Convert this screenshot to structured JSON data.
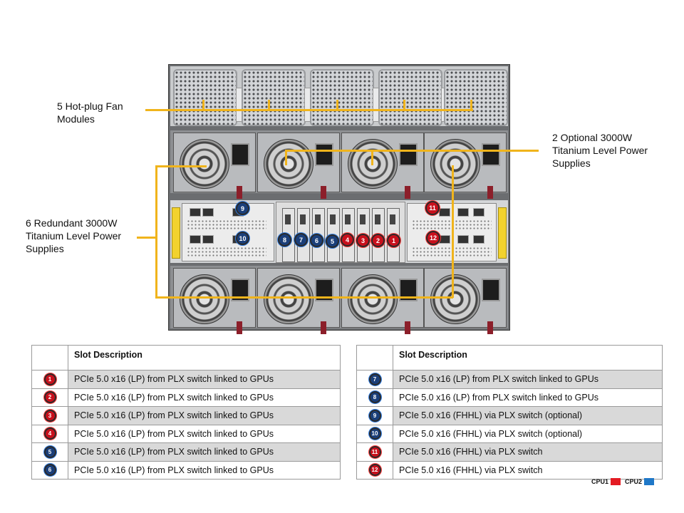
{
  "callouts": {
    "fans": [
      "5 Hot-plug Fan",
      "Modules"
    ],
    "optional_psu": [
      "2 Optional 3000W",
      "Titanium Level Power",
      "Supplies"
    ],
    "redundant_psu": [
      "6 Redundant 3000W",
      "Titanium Level Power",
      "Supplies"
    ]
  },
  "slot_badges": [
    "9",
    "10",
    "8",
    "7",
    "6",
    "5",
    "4",
    "3",
    "2",
    "1",
    "11",
    "12"
  ],
  "table_left": {
    "header": "Slot  Description",
    "rows": [
      {
        "num": "1",
        "cpu": "CPU1",
        "desc": "PCIe 5.0 x16 (LP) from PLX switch linked to GPUs"
      },
      {
        "num": "2",
        "cpu": "CPU1",
        "desc": "PCIe 5.0 x16 (LP) from PLX switch linked to GPUs"
      },
      {
        "num": "3",
        "cpu": "CPU1",
        "desc": "PCIe 5.0 x16 (LP) from PLX switch linked to GPUs"
      },
      {
        "num": "4",
        "cpu": "CPU1",
        "desc": "PCIe 5.0 x16 (LP) from PLX switch linked to GPUs"
      },
      {
        "num": "5",
        "cpu": "CPU2",
        "desc": "PCIe 5.0 x16 (LP) from PLX switch linked to GPUs"
      },
      {
        "num": "6",
        "cpu": "CPU2",
        "desc": "PCIe 5.0 x16 (LP) from PLX switch linked to GPUs"
      }
    ]
  },
  "table_right": {
    "header": "Slot  Description",
    "rows": [
      {
        "num": "7",
        "cpu": "CPU2",
        "desc": "PCIe 5.0 x16 (LP) from PLX switch linked to GPUs"
      },
      {
        "num": "8",
        "cpu": "CPU2",
        "desc": "PCIe 5.0 x16 (LP) from PLX switch linked to GPUs"
      },
      {
        "num": "9",
        "cpu": "CPU2",
        "desc": "PCIe 5.0 x16 (FHHL) via PLX switch (optional)"
      },
      {
        "num": "10",
        "cpu": "CPU2",
        "desc": "PCIe 5.0 x16 (FHHL) via PLX switch (optional)"
      },
      {
        "num": "11",
        "cpu": "CPU1",
        "desc": "PCIe 5.0 x16 (FHHL) via PLX switch"
      },
      {
        "num": "12",
        "cpu": "CPU1",
        "desc": "PCIe 5.0 x16 (FHHL) via PLX switch"
      }
    ]
  },
  "legend": {
    "cpu1_label": "CPU1",
    "cpu1_color": "#e31b23",
    "cpu2_label": "CPU2",
    "cpu2_color": "#1f78c8"
  },
  "colors": {
    "callout_line": "#f0b41c"
  }
}
